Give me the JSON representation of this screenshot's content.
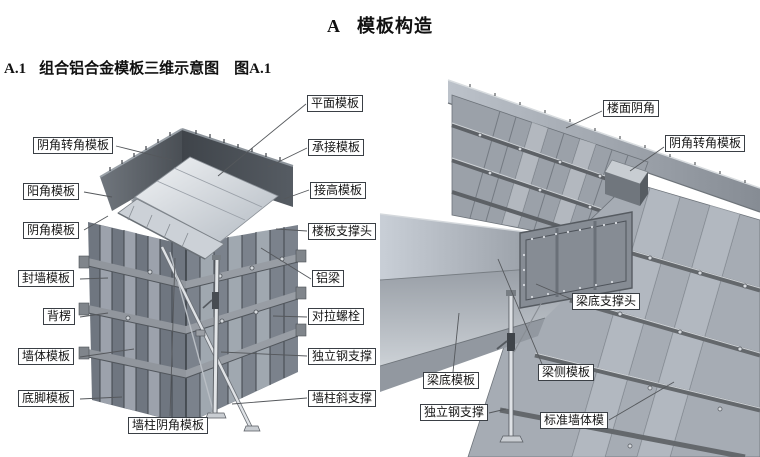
{
  "page": {
    "title_prefix": "A",
    "title": "模板构造",
    "section_number": "A.1",
    "section_heading": "组合铝合金模板三维示意图",
    "figure_ref": "图A.1"
  },
  "colors": {
    "label_border": "#3a3f45",
    "leader_line": "#55585c",
    "wall_dark": "#4c5158",
    "wall_mid": "#79808a",
    "slab_light": "#eef0f3",
    "prop_light": "#e2e5e8"
  },
  "left_figure": {
    "labels": [
      {
        "text": "阴角转角模板"
      },
      {
        "text": "阳角模板"
      },
      {
        "text": "阴角模板"
      },
      {
        "text": "封墙模板"
      },
      {
        "text": "背楞"
      },
      {
        "text": "墙体模板"
      },
      {
        "text": "底脚模板"
      },
      {
        "text": "墙柱阴角模板"
      },
      {
        "text": "平面模板"
      },
      {
        "text": "承接模板"
      },
      {
        "text": "接高模板"
      },
      {
        "text": "楼板支撑头"
      },
      {
        "text": "铝梁"
      },
      {
        "text": "对拉螺栓"
      },
      {
        "text": "独立钢支撑"
      },
      {
        "text": "墙柱斜支撑"
      }
    ]
  },
  "right_figure": {
    "labels": [
      {
        "text": "楼面阴角"
      },
      {
        "text": "阴角转角模板"
      },
      {
        "text": "梁底支撑头"
      },
      {
        "text": "梁底模板"
      },
      {
        "text": "梁侧模板"
      },
      {
        "text": "独立钢支撑"
      },
      {
        "text": "标准墙体模"
      }
    ]
  }
}
